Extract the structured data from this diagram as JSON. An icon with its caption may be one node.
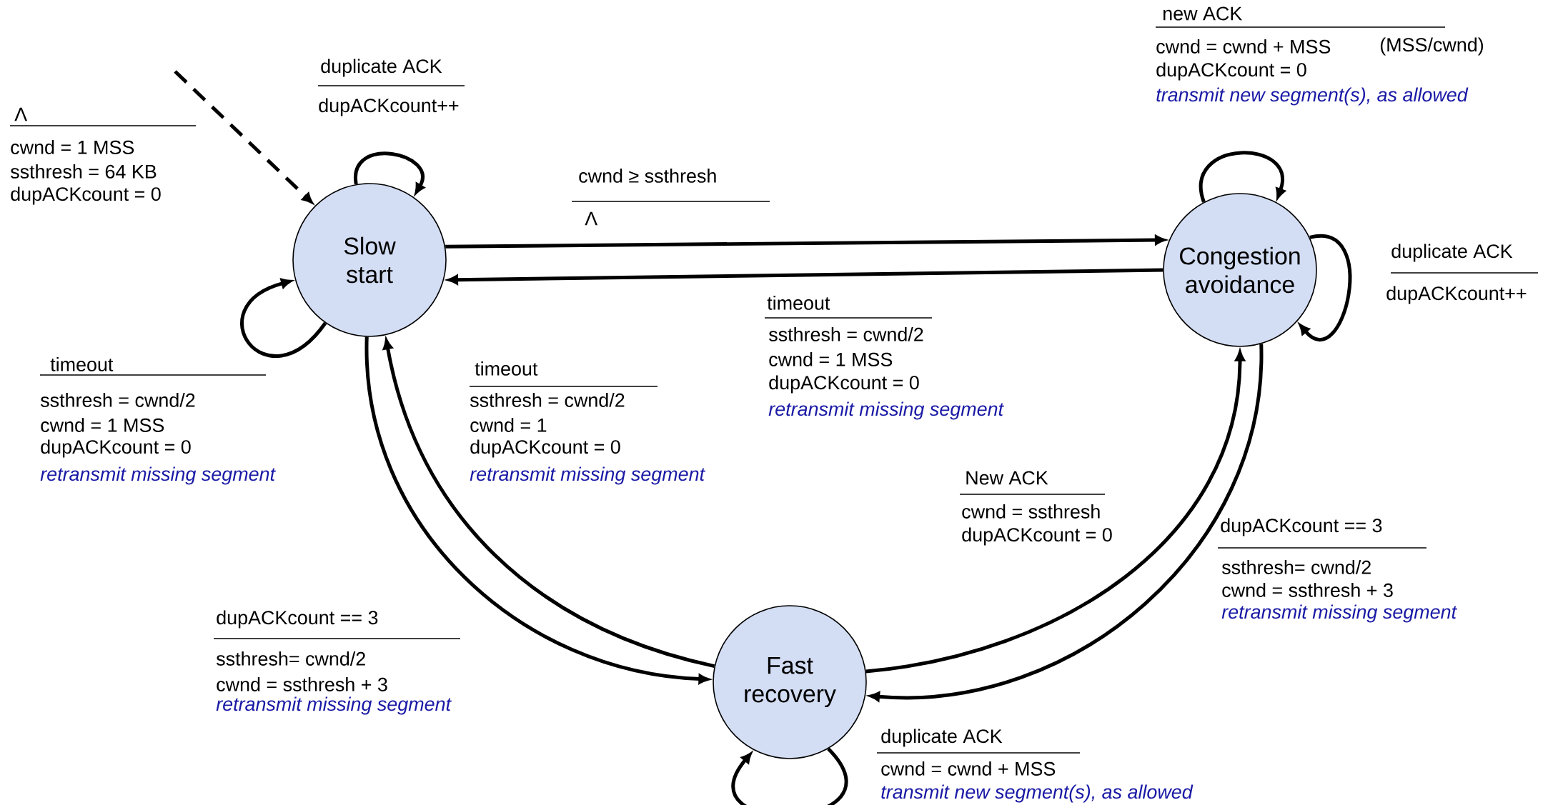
{
  "diagram": {
    "nodes": [
      {
        "text": [
          "Slow start"
        ]
      },
      {
        "text": [
          "Congestion avoidance"
        ]
      },
      {
        "text": [
          "Fast recovery"
        ]
      }
    ],
    "edges": [
      {
        "from": null,
        "to": 0,
        "arrow": "to",
        "style": "dashed"
      },
      {
        "from": 0,
        "to": 0,
        "arrow": "to"
      },
      {
        "from": 0,
        "to": 0,
        "arrow": "to"
      },
      {
        "from": 0,
        "to": 1,
        "arrow": "to"
      },
      {
        "from": 1,
        "to": 0,
        "arrow": "to"
      },
      {
        "from": 1,
        "to": 1,
        "arrow": "to"
      },
      {
        "from": 1,
        "to": 1,
        "arrow": "to"
      },
      {
        "from": 0,
        "to": 2,
        "arrow": "to"
      },
      {
        "from": 2,
        "to": 0,
        "arrow": "to"
      },
      {
        "from": 2,
        "to": 1,
        "arrow": "to"
      },
      {
        "from": 1,
        "to": 2,
        "arrow": "to"
      },
      {
        "from": 2,
        "to": 2,
        "arrow": "to"
      }
    ],
    "labels": [
      "Λ",
      "cwnd = 1 MSS",
      "ssthresh = 64 KB",
      "dupACKcount = 0",
      "duplicate ACK",
      "dupACKcount++",
      "cwnd ≥ ssthresh",
      "Λ",
      "new ACK",
      "cwnd = cwnd + MSS",
      "(MSS/cwnd)",
      "dupACKcount = 0",
      "transmit new segment(s), as allowed",
      "duplicate ACK",
      "dupACKcount++",
      "timeout",
      "ssthresh = cwnd/2",
      "cwnd = 1 MSS",
      "dupACKcount = 0",
      "retransmit missing segment",
      "timeout",
      "ssthresh = cwnd/2",
      "cwnd = 1 MSS",
      "dupACKcount = 0",
      "retransmit missing segment",
      "timeout",
      "ssthresh = cwnd/2",
      "cwnd = 1",
      "dupACKcount = 0",
      "retransmit missing segment",
      "New ACK",
      "cwnd = ssthresh",
      "dupACKcount = 0",
      "dupACKcount == 3",
      "ssthresh= cwnd/2",
      "cwnd = ssthresh + 3",
      "retransmit missing segment",
      "dupACKcount == 3",
      "ssthresh= cwnd/2",
      "cwnd = ssthresh + 3",
      "retransmit missing segment",
      "duplicate ACK",
      "cwnd = cwnd + MSS",
      "transmit new segment(s), as allowed"
    ]
  }
}
